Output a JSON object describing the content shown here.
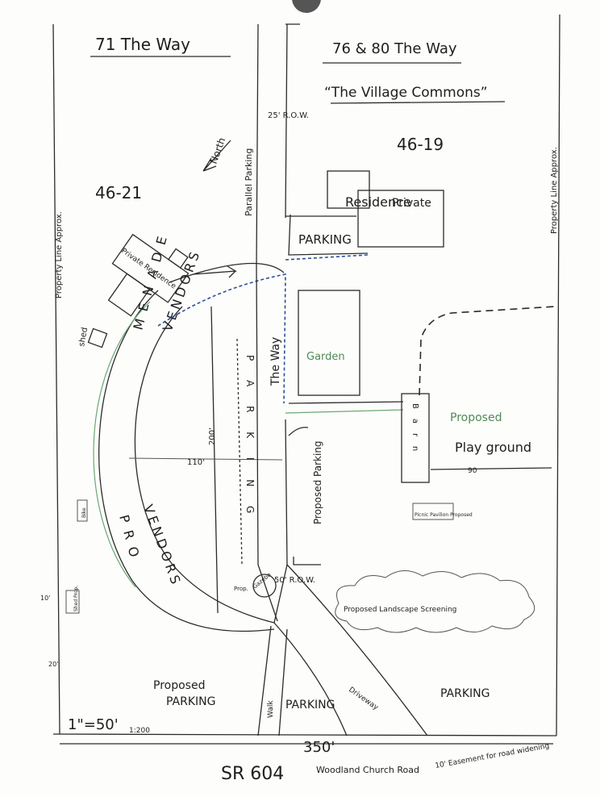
{
  "parcels": {
    "left_address": "71 The Way",
    "right_address": "76 & 80 The Way",
    "right_name": "“The Village Commons”",
    "left_parcel_id": "46-21",
    "right_parcel_id": "46-19"
  },
  "labels": {
    "north": "North",
    "row_top": "25' R.O.W.",
    "parallel_parking": "Parallel Parking",
    "property_line_left": "Property Line Approx.",
    "property_line_right": "Property Line Approx.",
    "residence_left": "Private Residence",
    "residence_right_1": "Private",
    "residence_right_2": "Residence",
    "parking_top": "PARKING",
    "shed": "shed",
    "promenade": "MENADE",
    "promenade_2": "PRO",
    "vendors_1": "VENDORS",
    "vendors_2": "VENDORS",
    "the_way": "The Way",
    "garden": "Garden",
    "dim_200": "200'",
    "dim_110": "110'",
    "parking_vertical": "P A R K I N G",
    "proposed_parking_mid": "Proposed Parking",
    "proposed_playground_1": "Proposed",
    "proposed_playground_2": "Play ground",
    "barn": "Barn",
    "dim_90": "90",
    "picnic": "Picnic Pavilion Proposed",
    "row_mid": "50' R.O.W.",
    "gazebo": "Gazebo",
    "prop": "Prop.",
    "screening": "Proposed Landscape Screening",
    "bike": "Bike",
    "shed_prop": "Shed Prop.",
    "dim_20": "20'",
    "dim_10": "10'",
    "proposed_parking_bottom_1": "Proposed",
    "proposed_parking_bottom_2": "PARKING",
    "walk": "Walk",
    "parking_bottom_mid": "PARKING",
    "parking_bottom_right": "PARKING",
    "driveway": "Driveway",
    "scale": "1\"=50'",
    "scale_ratio": "1:200",
    "dim_350": "350'",
    "road": "SR 604",
    "road_2": "Woodland Church Road",
    "note_easement": "10' Easement for road widening"
  },
  "colors": {
    "ink": "#1e1e1e",
    "green_ink": "#4f8a55",
    "blue_ink": "#2b4f9a",
    "paper": "#fdfdfb"
  }
}
